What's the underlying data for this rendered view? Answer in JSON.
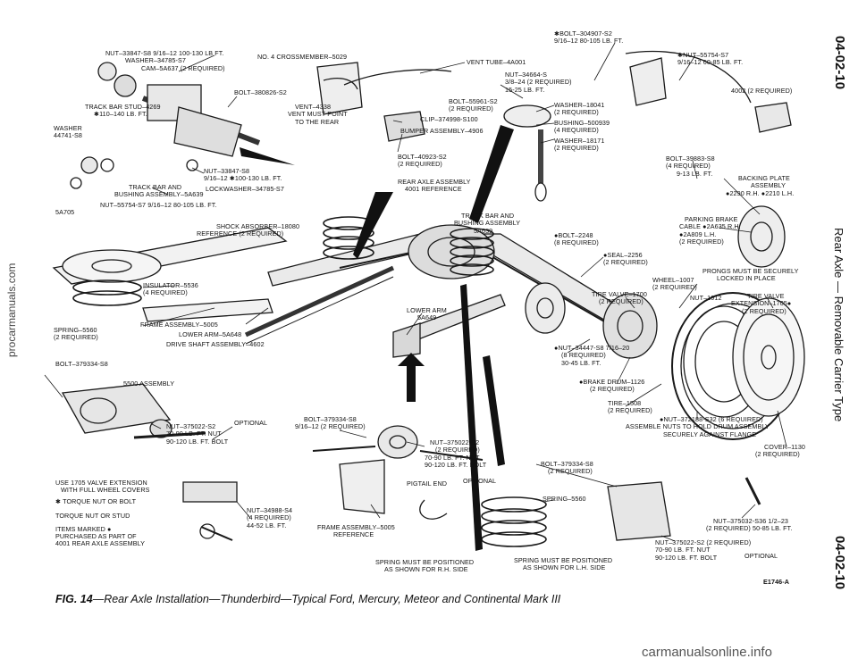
{
  "page_number_top": "04-02-10",
  "page_number_bottom": "04-02-10",
  "section_title": "Rear Axle — Removable Carrier Type",
  "side_watermark": "procarmanuals.com",
  "bottom_watermark": "carmanualsonline.info",
  "figure_code": "E1746-A",
  "caption": {
    "fig": "FIG. 14",
    "text": "—Rear Axle Installation—Thunderbird—Typical Ford, Mercury, Meteor and Continental Mark III"
  },
  "legend": [
    "USE 1705 VALVE EXTENSION",
    "WITH FULL WHEEL COVERS",
    "✱ TORQUE NUT OR BOLT",
    "TORQUE NUT OR STUD",
    "ITEMS MARKED ●",
    "PURCHASED AS PART OF",
    "4001 REAR AXLE ASSEMBLY"
  ],
  "labels": {
    "nut_33847_top": [
      "NUT–33847-S8  9/16–12  100-130 LB FT.",
      "WASHER–34785-S7",
      "CAM–5A637 (2 REQUIRED)"
    ],
    "crossmember": [
      "NO. 4 CROSSMEMBER–5029"
    ],
    "vent_tube": [
      "VENT TUBE–4A001"
    ],
    "bolt_304907": [
      "✱BOLT–304907-S2",
      "9/16–12  80-105 LB. FT."
    ],
    "nut_55754_top": [
      "✱NUT–55754-S7",
      "9/16–12  60-85 LB. FT."
    ],
    "part_4002": [
      "4002 (2 REQUIRED)"
    ],
    "nut_34664": [
      "NUT–34664-S",
      "3/8–24 (2 REQUIRED)",
      "15-25 LB. FT."
    ],
    "bolt_55961": [
      "BOLT–55961-S2",
      "(2 REQUIRED)"
    ],
    "washer_18041": [
      "WASHER–18041",
      "(2 REQUIRED)"
    ],
    "bushing_500939": [
      "BUSHING–500939",
      "(4 REQUIRED)"
    ],
    "washer_18171": [
      "WASHER–18171",
      "(2 REQUIRED)"
    ],
    "clip": [
      "CLIP–374998-S100"
    ],
    "bumper": [
      "BUMPER ASSEMBLY–4906"
    ],
    "bolt_380826": [
      "BOLT–380826-S2"
    ],
    "vent_4338": [
      "VENT–4338",
      "VENT MUST POINT",
      "TO THE REAR"
    ],
    "track_bar_stud": [
      "TRACK BAR STUD–4269",
      "✱110–140 LB. FT."
    ],
    "washer_44741": [
      "WASHER",
      "44741-S8"
    ],
    "nut_33847_mid": [
      "NUT–33847-S8",
      "9/16–12 ✱100-130 LB. FT."
    ],
    "lockwasher": [
      "LOCKWASHER–34785-S7"
    ],
    "track_bar_bushing": [
      "TRACK BAR AND",
      "BUSHING ASSEMBLY–5A639"
    ],
    "nut_55754_left": [
      "NUT–55754-S7  9/16–12  80-105 LB. FT."
    ],
    "part_5a705": [
      "5A705"
    ],
    "bolt_40923": [
      "BOLT–40923-S2",
      "(2 REQUIRED)"
    ],
    "rear_axle_asm": [
      "REAR AXLE ASSEMBLY",
      "4001 REFERENCE"
    ],
    "bolt_39883": [
      "BOLT–39883-S8",
      "(4 REQUIRED)",
      "9-13 LB. FT."
    ],
    "backing_plate": [
      "BACKING PLATE",
      "ASSEMBLY",
      "●2290 R.H. ●2210 L.H."
    ],
    "shock": [
      "SHOCK ABSORBER–18080",
      "REFERENCE (2 REQUIRED)"
    ],
    "track_bar_center": [
      "TRACK BAR AND",
      "BUSHING ASSEMBLY",
      "5A639"
    ],
    "bolt_2248": [
      "●BOLT–2248",
      "(8 REQUIRED)"
    ],
    "parking_brake": [
      "PARKING BRAKE",
      "CABLE ●2A635 R.H.",
      "●2A809 L.H.",
      "(2 REQUIRED)"
    ],
    "seal": [
      "●SEAL–2256",
      "(2 REQUIRED)"
    ],
    "prongs": [
      "PRONGS MUST BE SECURELY",
      "LOCKED IN PLACE"
    ],
    "insulator": [
      "INSULATOR–5536",
      "(4 REQUIRED)"
    ],
    "wheel": [
      "WHEEL–1007",
      "(2 REQUIRED)"
    ],
    "tire_valve": [
      "TIRE VALVE–1700",
      "(2 REQUIRED)"
    ],
    "nut_1012": [
      "NUT–1012"
    ],
    "tire_valve_ext": [
      "TIRE VALVE",
      "EXTENSION–1705●",
      "(2 REQUIRED)"
    ],
    "spring_5560_left": [
      "SPRING–5560",
      "(2 REQUIRED)"
    ],
    "frame_5005": [
      "FRAME ASSEMBLY–5005"
    ],
    "lower_arm_5a648": [
      "LOWER ARM–5A648"
    ],
    "drive_shaft": [
      "DRIVE SHAFT ASSEMBLY–4602"
    ],
    "lower_arm_5a649": [
      "LOWER ARM",
      "5A649"
    ],
    "nut_34447": [
      "●NUT–34447-S8  7/16–20",
      "(8 REQUIRED)",
      "30-45 LB. FT."
    ],
    "bolt_379334_left": [
      "BOLT–379334-S8"
    ],
    "assembly_5500": [
      "5500 ASSEMBLY"
    ],
    "brake_drum": [
      "●BRAKE DRUM–1126",
      "(2 REQUIRED)"
    ],
    "tire": [
      "TIRE–1508",
      "(2 REQUIRED)"
    ],
    "nut_372188": [
      "●NUT–372188-S32 (6 REQUIRED)",
      "ASSEMBLE NUTS TO HOLD DRUM ASSEMBLY",
      "SECURELY AGAINST FLANGE"
    ],
    "nut_375022_left": [
      "NUT–375022-S2",
      "70-90 LB. FT.  NUT",
      "90-120 LB. FT.  BOLT"
    ],
    "optional_left": [
      "OPTIONAL"
    ],
    "bolt_379334_center": [
      "BOLT–379334-S8",
      "9/16–12  (2 REQUIRED)"
    ],
    "nut_375022_center": [
      "NUT–375022-S2",
      "(2 REQUIRED)",
      "70-90 LB. FT. NUT",
      "90-120 LB. FT. BOLT"
    ],
    "optional_center": [
      "OPTIONAL"
    ],
    "pigtail": [
      "PIGTAIL END"
    ],
    "bolt_379334_right": [
      "BOLT–379334-S8",
      "(2 REQUIRED)"
    ],
    "cover": [
      "COVER–1130",
      "(2 REQUIRED)"
    ],
    "spring_5560_right": [
      "SPRING–5560"
    ],
    "nut_34988": [
      "NUT–34988-S4",
      "(4 REQUIRED)",
      "44-52 LB. FT."
    ],
    "frame_5005_ref": [
      "FRAME ASSEMBLY–5005",
      "REFERENCE"
    ],
    "nut_375032": [
      "NUT–375032-S36  1/2–23",
      "(2 REQUIRED)  50-85 LB. FT."
    ],
    "nut_375022_right": [
      "NUT–375022-S2 (2 REQUIRED)",
      "70-90 LB. FT.  NUT",
      "90-120 LB. FT.  BOLT"
    ],
    "optional_right": [
      "OPTIONAL"
    ],
    "spring_pos_rh": [
      "SPRING MUST BE POSITIONED",
      "AS SHOWN FOR R.H. SIDE"
    ],
    "spring_pos_lh": [
      "SPRING MUST BE POSITIONED",
      "AS SHOWN FOR L.H. SIDE"
    ]
  }
}
